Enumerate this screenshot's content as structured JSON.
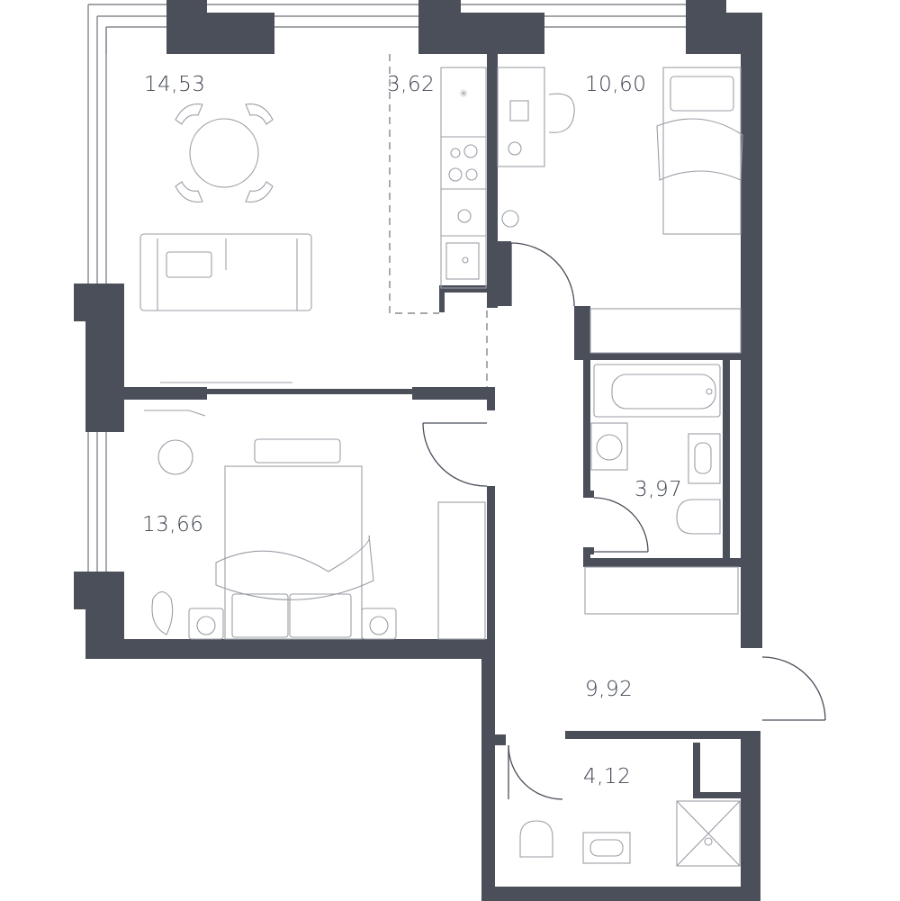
{
  "plan": {
    "rooms": [
      {
        "id": "living-room",
        "area": "14,53"
      },
      {
        "id": "kitchen",
        "area": "3,62"
      },
      {
        "id": "bedroom-right",
        "area": "10,60"
      },
      {
        "id": "bedroom-left",
        "area": "13,66"
      },
      {
        "id": "bathroom",
        "area": "3,97"
      },
      {
        "id": "hallway",
        "area": "9,92"
      },
      {
        "id": "toilet-shower",
        "area": "4,12"
      }
    ]
  }
}
